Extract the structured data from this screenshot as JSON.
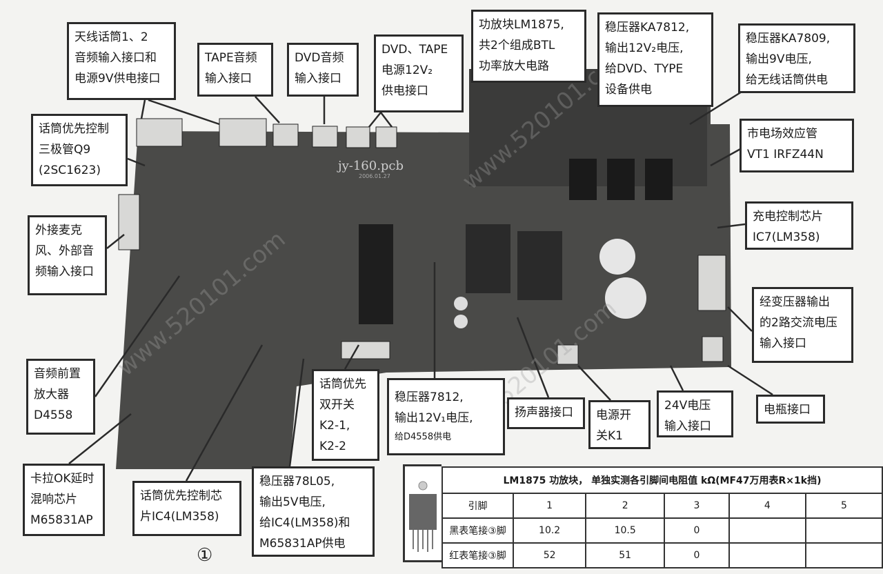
{
  "board": {
    "pcb_text": "jy-160.pcb",
    "pcb_date": "2006.01.27",
    "color": "#4a4a48"
  },
  "watermark": "www.520101.com",
  "figure_number": "①",
  "labels": {
    "antenna_mic": "天线话筒1、2\n音频输入接口和\n电源9V供电接口",
    "tape_audio": "TAPE音频\n输入接口",
    "dvd_audio": "DVD音频\n输入接口",
    "dvd_tape_power": "DVD、TAPE\n电源12V₂\n供电接口",
    "lm1875": "功放块LM1875,\n共2个组成BTL\n功率放大电路",
    "ka7812": "稳压器KA7812,\n输出12V₂电压,\n给DVD、TYPE\n设备供电",
    "ka7809": "稳压器KA7809,\n输出9V电压,\n给无线话筒供电",
    "mosfet": "市电场效应管\nVT1  IRFZ44N",
    "mic_priority_transistor": "话筒优先控制\n三极管Q9\n(2SC1623)",
    "ext_mic": "外接麦克\n风、外部音\n频输入接口",
    "charge_ic": "充电控制芯片\nIC7(LM358)",
    "transformer_in": "经变压器输出\n的2路交流电压\n输入接口",
    "preamp": "音频前置\n放大器\nD4558",
    "mic_switch": "话筒优先\n双开关\nK2-1,\nK2-2",
    "reg7812_main": "稳压器7812,\n输出12V₁电压,",
    "reg7812_sub": "给D4558供电",
    "speaker": "扬声器接口",
    "power_switch": "电源开\n关K1",
    "v24_in": "24V电压\n输入接口",
    "battery": "电瓶接口",
    "karaoke": "卡拉OK延时\n混响芯片\nM65831AP",
    "mic_priority_ic": "话筒优先控制芯\n片IC4(LM358)",
    "reg78l05": "稳压器78L05,\n输出5V电压,\n给IC4(LM358)和\nM65831AP供电"
  },
  "table": {
    "title": "LM1875 功放块， 单独实测各引脚间电阻值 kΩ(MF47万用表R×1k挡)",
    "header": [
      "引脚",
      "1",
      "2",
      "3",
      "4",
      "5"
    ],
    "rows": [
      [
        "黑表笔接③脚",
        "10.2",
        "10.5",
        "0",
        "",
        ""
      ],
      [
        "红表笔接③脚",
        "52",
        "51",
        "0",
        "",
        ""
      ]
    ]
  }
}
